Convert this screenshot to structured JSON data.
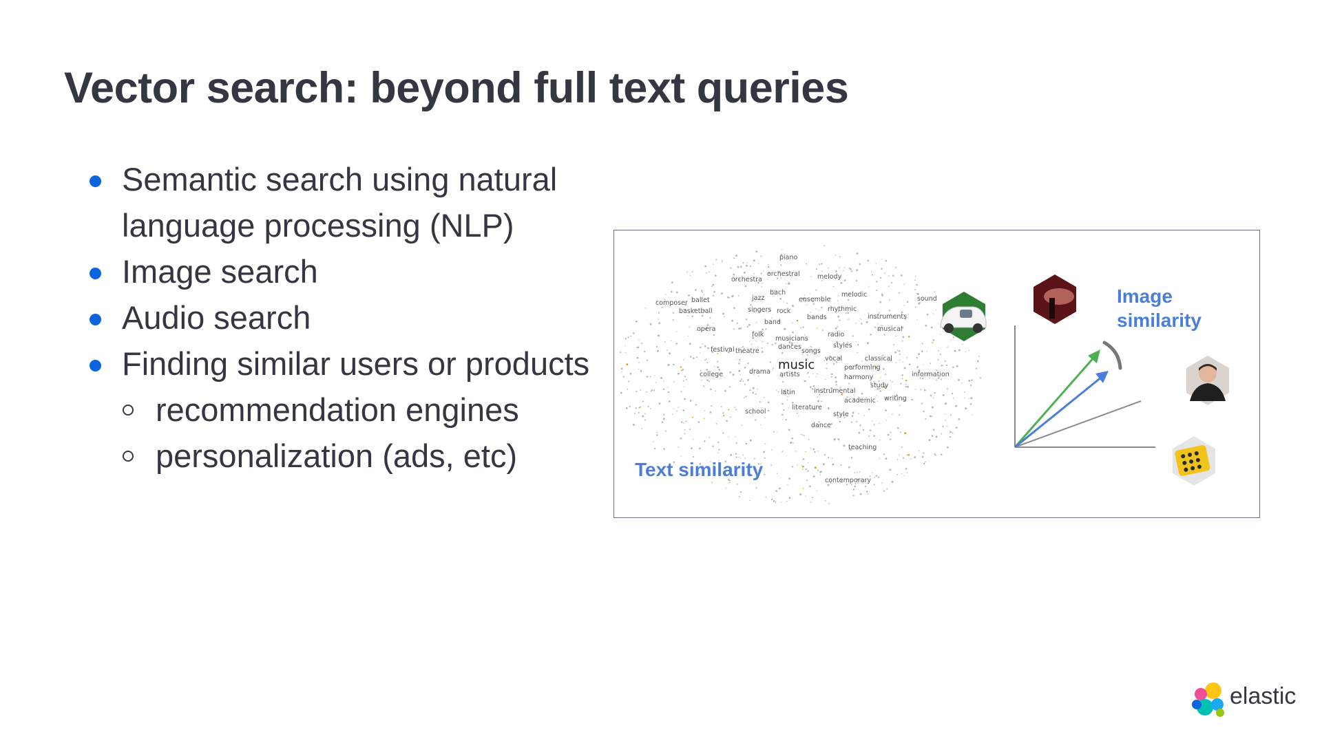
{
  "slide": {
    "title": "Vector search: beyond full text queries"
  },
  "bullets": [
    {
      "level": 1,
      "text": "Semantic search using natural language processing (NLP)"
    },
    {
      "level": 1,
      "text": "Image search"
    },
    {
      "level": 1,
      "text": "Audio search"
    },
    {
      "level": 1,
      "text": "Finding similar users or products"
    },
    {
      "level": 2,
      "text": "recommendation engines"
    },
    {
      "level": 2,
      "text": "personalization (ads, etc)"
    }
  ],
  "figure": {
    "text_similarity_label": "Text similarity",
    "image_similarity_label": "Image similarity",
    "cloud_words": [
      "piano",
      "orchestral",
      "orchestra",
      "melody",
      "bach",
      "jazz",
      "ensemble",
      "melodic",
      "sound",
      "composer",
      "ballet",
      "basketball",
      "singers",
      "rock",
      "rhythmic",
      "bands",
      "instruments",
      "band",
      "opera",
      "folk",
      "musical",
      "musicians",
      "radio",
      "styles",
      "festival",
      "theatre",
      "dances",
      "songs",
      "vocal",
      "classical",
      "music",
      "performing",
      "college",
      "drama",
      "artists",
      "harmony",
      "information",
      "study",
      "latin",
      "instrumental",
      "academic",
      "writing",
      "literature",
      "school",
      "style",
      "dance",
      "teaching",
      "contemporary"
    ],
    "colors": {
      "label": "#4a7ed8",
      "arrow_green": "#4caf50",
      "arrow_blue": "#4a7ed8",
      "arrow_gray": "#8a8a8a"
    },
    "icons": [
      "self-driving-car-icon",
      "concert-photo-icon",
      "person-photo-icon",
      "keypad-device-icon"
    ]
  },
  "logo": {
    "text": "elastic",
    "colors": [
      "#fec514",
      "#f04e98",
      "#00bfb3",
      "#1ba9f5",
      "#93c90e",
      "#0b64dd"
    ]
  }
}
